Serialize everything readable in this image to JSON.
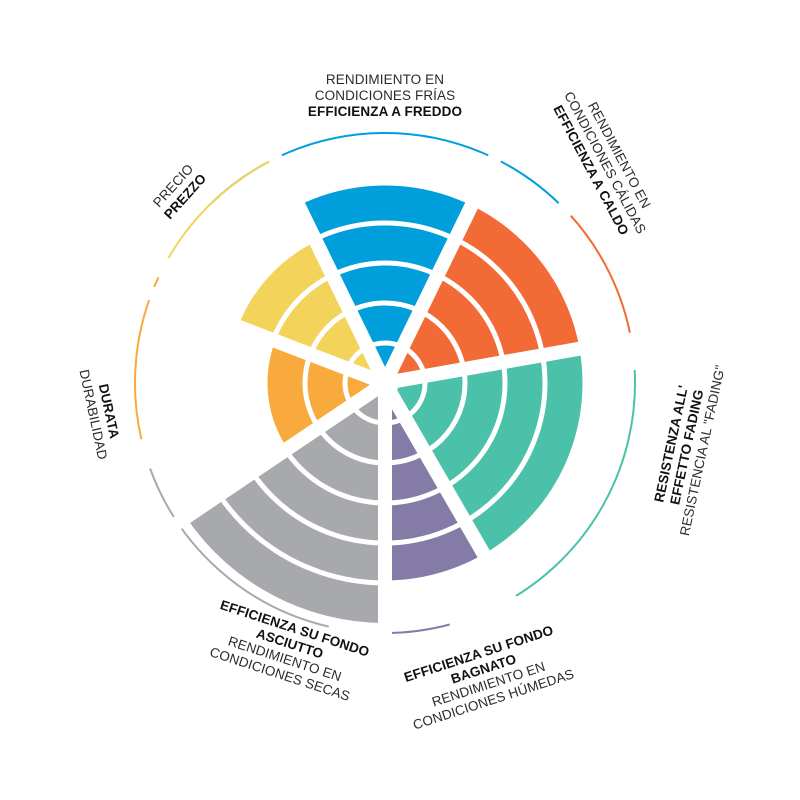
{
  "chart_data": {
    "type": "polar-area",
    "title": "",
    "scale_max": 5,
    "rings": 5,
    "categories": [
      {
        "id": "cold",
        "lines": [
          {
            "text": "RENDIMIENTO EN",
            "bold": false
          },
          {
            "text": "CONDICIONES FRÍAS",
            "bold": false
          },
          {
            "text": "EFFICIENZA A FREDDO",
            "bold": true
          }
        ],
        "value": 5,
        "color": "#009fdb"
      },
      {
        "id": "hot",
        "lines": [
          {
            "text": "RENDIMIENTO EN",
            "bold": false
          },
          {
            "text": "CONDICIONES CÁLIDAS",
            "bold": false
          },
          {
            "text": "EFFICIENZA A CALDO",
            "bold": true
          }
        ],
        "value": 5,
        "color": "#f26a35"
      },
      {
        "id": "fading",
        "lines": [
          {
            "text": "RESISTENZA ALL'",
            "bold": true
          },
          {
            "text": "EFFETTO FADING",
            "bold": true
          },
          {
            "text": "RESISTENCIA AL \"FADING\"",
            "bold": false
          }
        ],
        "value": 5,
        "color": "#4cc1a9"
      },
      {
        "id": "wet",
        "lines": [
          {
            "text": "EFFICIENZA SU FONDO",
            "bold": true
          },
          {
            "text": "BAGNATO",
            "bold": true
          },
          {
            "text": "RENDIMIENTO EN",
            "bold": false
          },
          {
            "text": "CONDICIONES HÚMEDAS",
            "bold": false
          }
        ],
        "value": 5,
        "color": "#857ba7"
      },
      {
        "id": "dry",
        "lines": [
          {
            "text": "EFFICIENZA SU FONDO",
            "bold": true
          },
          {
            "text": "ASCIUTTO",
            "bold": true
          },
          {
            "text": "RENDIMIENTO EN",
            "bold": false
          },
          {
            "text": "CONDICIONES SECAS",
            "bold": false
          }
        ],
        "value": 6,
        "color": "#a7a9ac"
      },
      {
        "id": "durability",
        "lines": [
          {
            "text": "DURATA",
            "bold": true
          },
          {
            "text": "DURABILIDAD",
            "bold": false
          }
        ],
        "value": 3,
        "color": "#f8ab3c"
      },
      {
        "id": "price",
        "lines": [
          {
            "text": "PRECIO",
            "bold": false
          },
          {
            "text": "PREZZO",
            "bold": true
          }
        ],
        "value": 4,
        "color": "#f3d35a"
      }
    ]
  }
}
